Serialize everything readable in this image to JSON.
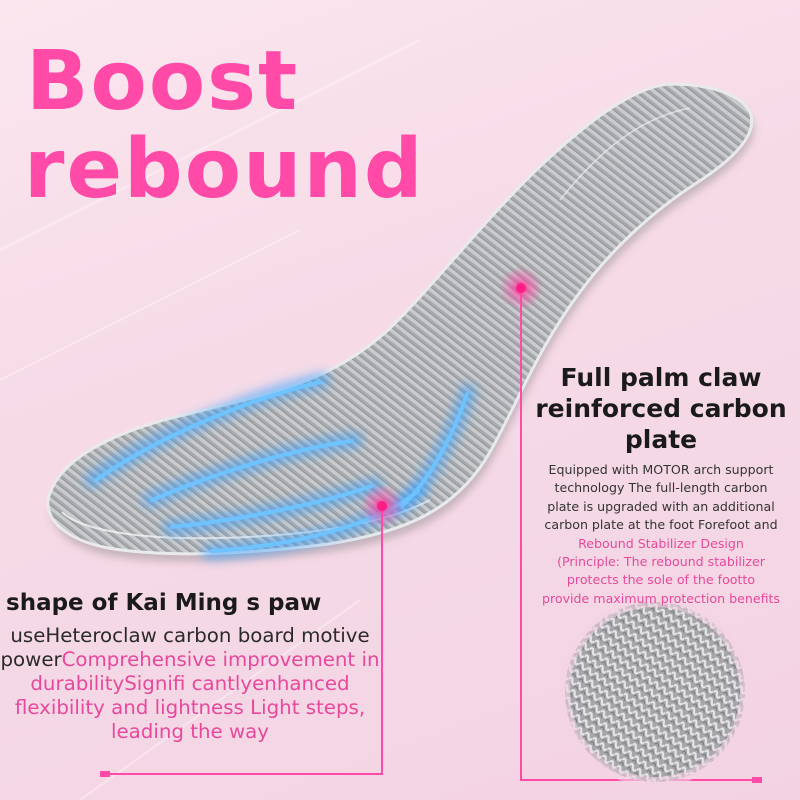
{
  "headline": {
    "line1": "Boost",
    "line2": "rebound",
    "color": "#ff4aa8"
  },
  "right_callout": {
    "title": "Full palm claw reinforced carbon plate",
    "desc_dark": [
      "Equipped with MOTOR arch support",
      "technology The full-length carbon",
      "plate is upgraded with an additional",
      "carbon plate at the foot Forefoot and"
    ],
    "desc_pink": [
      "Rebound Stabilizer Design",
      "(Principle: The rebound stabilizer",
      "protects the sole of the footto",
      "provide maximum protection benefits"
    ]
  },
  "left_callout": {
    "title": "shape of Kai Ming s paw",
    "desc_dark_1": "useHeteroclaw carbon board motive power",
    "desc_pink": "Comprehensive improvement in durabilitySignifi cantlyenhanced flexibility and lightness Light steps, leading the way"
  },
  "colors": {
    "accent": "#ff4aa8",
    "text_dark": "#1a1a1a",
    "text_pink": "#e8489c",
    "claw_blue": "#3ea6ff",
    "plate_gray": "#a9abae"
  }
}
